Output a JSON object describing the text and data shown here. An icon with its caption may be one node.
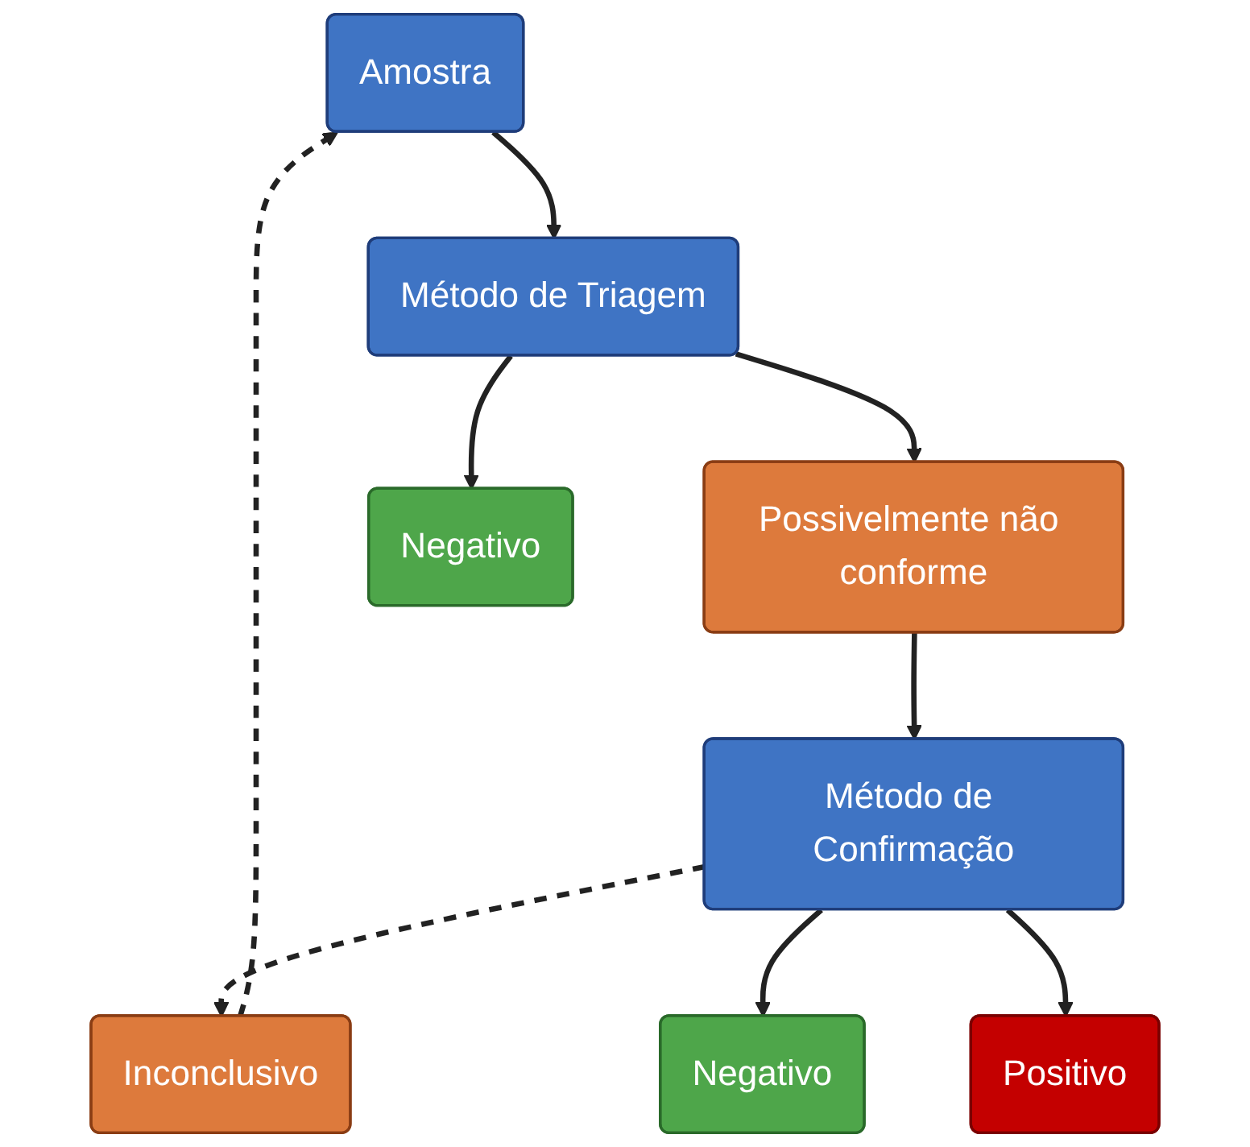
{
  "diagram": {
    "nodes": [
      {
        "text": [
          "Amostra"
        ]
      },
      {
        "text": [
          "Método de Triagem"
        ]
      },
      {
        "text": [
          "Possivelmente não conforme"
        ]
      },
      {
        "text": [
          "Negativo"
        ]
      },
      {
        "text": [
          "Método de Confirmação"
        ]
      },
      {
        "text": [
          "Inconclusivo"
        ]
      },
      {
        "text": [
          "Negativo"
        ]
      },
      {
        "text": [
          "Positivo"
        ]
      }
    ],
    "edges": [
      {
        "from": 0,
        "to": 1,
        "arrow": "to"
      },
      {
        "from": 1,
        "to": 2,
        "arrow": "to"
      },
      {
        "from": 1,
        "to": 3,
        "arrow": "to"
      },
      {
        "from": 2,
        "to": 4,
        "arrow": "to"
      },
      {
        "from": 4,
        "to": 5,
        "arrow": "to",
        "style": "dashed"
      },
      {
        "from": 4,
        "to": 6,
        "arrow": "to"
      },
      {
        "from": 4,
        "to": 7,
        "arrow": "to"
      },
      {
        "from": 5,
        "to": 0,
        "arrow": "to",
        "style": "dashed"
      }
    ]
  }
}
